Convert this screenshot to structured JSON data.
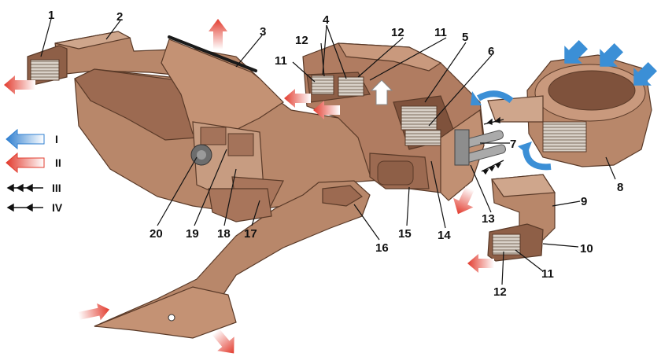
{
  "diagram": {
    "part_numbers": [
      "1",
      "2",
      "3",
      "4",
      "5",
      "6",
      "7",
      "8",
      "9",
      "10",
      "11",
      "12",
      "13",
      "14",
      "15",
      "16",
      "17",
      "18",
      "19",
      "20"
    ],
    "legend": [
      "I",
      "II",
      "III",
      "IV"
    ],
    "colors": {
      "duct": "#b8876a",
      "duct_dark": "#8e5f47",
      "duct_light": "#cfa68c",
      "cold_air_blue": "#3b8fd6",
      "hot_air_red": "#e04a3a",
      "line": "#111111"
    }
  }
}
